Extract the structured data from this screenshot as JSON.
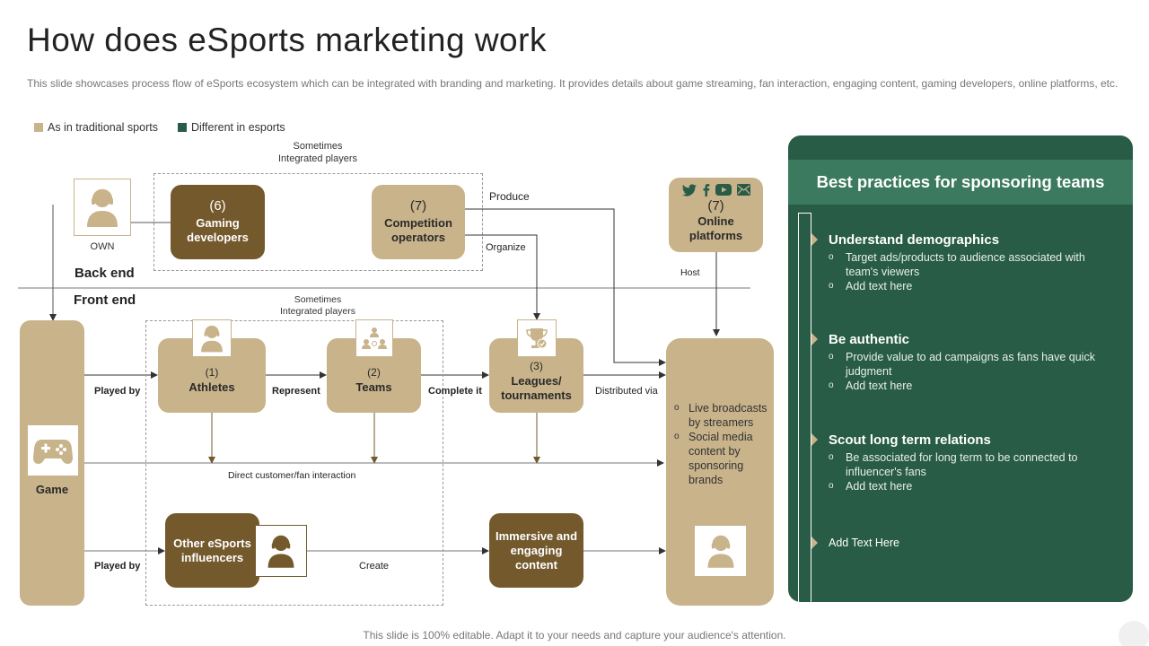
{
  "slide": {
    "title": "How does eSports marketing work",
    "subtitle": "This slide showcases process flow of eSports ecosystem which can be integrated with branding and marketing. It provides details about game streaming, fan interaction, engaging content, gaming developers, online platforms, etc.",
    "footer": "This slide is 100% editable. Adapt it to your needs and capture your audience's attention."
  },
  "legend": [
    {
      "label": "As in traditional sports",
      "color": "#c8b38a"
    },
    {
      "label": "Different in esports",
      "color": "#285c46"
    }
  ],
  "diagram": {
    "back_end": "Back end",
    "front_end": "Front end",
    "sometimes_top": "Sometimes\nIntegrated players",
    "sometimes_mid": "Sometimes\nIntegrated players",
    "own": "OWN",
    "produce": "Produce",
    "organize": "Organize",
    "host": "Host",
    "played_by_1": "Played by",
    "played_by_2": "Played by",
    "represent": "Represent",
    "complete_it": "Complete it",
    "distributed_via": "Distributed via",
    "direct_interaction": "Direct customer/fan interaction",
    "create": "Create",
    "game": "Game",
    "gaming_dev": {
      "num": "(6)",
      "label": "Gaming developers"
    },
    "competition": {
      "num": "(7)",
      "label": "Competition operators"
    },
    "online": {
      "num": "(7)",
      "label": "Online platforms"
    },
    "athletes": {
      "num": "(1)",
      "label": "Athletes"
    },
    "teams": {
      "num": "(2)",
      "label": "Teams"
    },
    "leagues": {
      "num": "(3)",
      "label": "Leagues/ tournaments"
    },
    "influencers": {
      "label": "Other eSports influencers"
    },
    "immersive": {
      "label": "Immersive and engaging content"
    },
    "broadcast_items": [
      "Live broadcasts by streamers",
      "Social media content by sponsoring brands"
    ]
  },
  "panel": {
    "heading": "Best practices for sponsoring teams",
    "sections": [
      {
        "title": "Understand demographics",
        "items": [
          "Target ads/products to audience associated with team's viewers",
          "Add text here"
        ]
      },
      {
        "title": "Be authentic",
        "items": [
          "Provide value to ad campaigns as fans have quick judgment",
          "Add text here"
        ]
      },
      {
        "title": "Scout long term relations",
        "items": [
          "Be associated for long term to be connected to influencer's fans",
          "Add text here"
        ]
      }
    ],
    "extra": "Add Text Here"
  },
  "icons": {
    "person": "headset-person-icon",
    "game": "gamepad-icon",
    "team": "team-icon",
    "trophy": "trophy-icon",
    "social": [
      "twitter-icon",
      "facebook-icon",
      "youtube-icon",
      "mail-icon"
    ]
  }
}
